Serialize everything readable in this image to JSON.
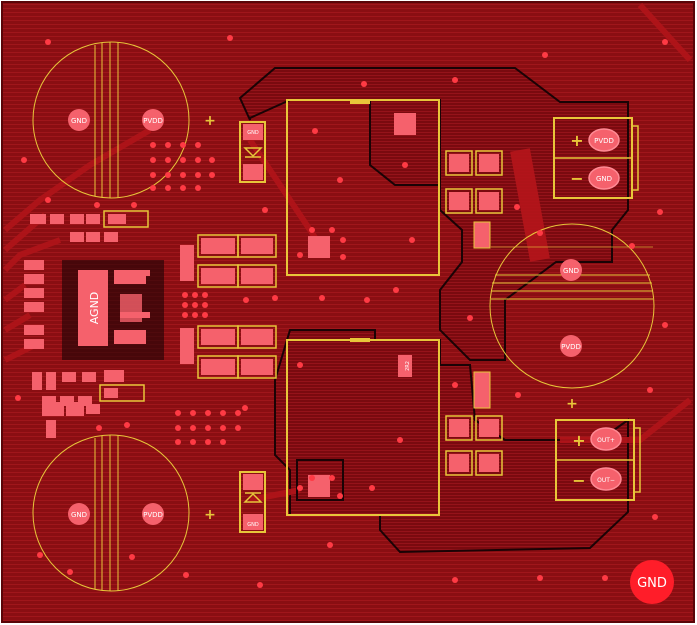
{
  "board": {
    "colors": {
      "background": "#8a0e12",
      "hatch": "#a0161b",
      "copper": "#c0151c",
      "pad": "#f5616c",
      "pad_light": "#ff8a94",
      "via": "#ff3a44",
      "silk": "#e8c63a",
      "outline": "#1a0305",
      "white_silk": "#f4e7d0"
    }
  },
  "labels": {
    "cap_tl_gnd": "GND",
    "cap_tl_pvdd": "PVDD",
    "cap_tl_plus": "+",
    "cap_bl_gnd": "GND",
    "cap_bl_pvdd": "PVDD",
    "cap_bl_plus": "+",
    "cap_r_gnd": "GND",
    "cap_r_pvdd": "PVDD",
    "cap_r_plus": "+",
    "conn_top_plus": "+",
    "conn_top_minus": "−",
    "conn_top_pvdd": "PVDD",
    "conn_top_gnd": "GND",
    "conn_bot_plus": "+",
    "conn_bot_minus": "−",
    "conn_bot_pin1": "OUT+",
    "conn_bot_pin2": "OUT−",
    "diode_top": "GND",
    "diode_bot": "GND",
    "ic_agnd": "AGND",
    "res_mid": "2R2",
    "mount_gnd": "GND"
  }
}
